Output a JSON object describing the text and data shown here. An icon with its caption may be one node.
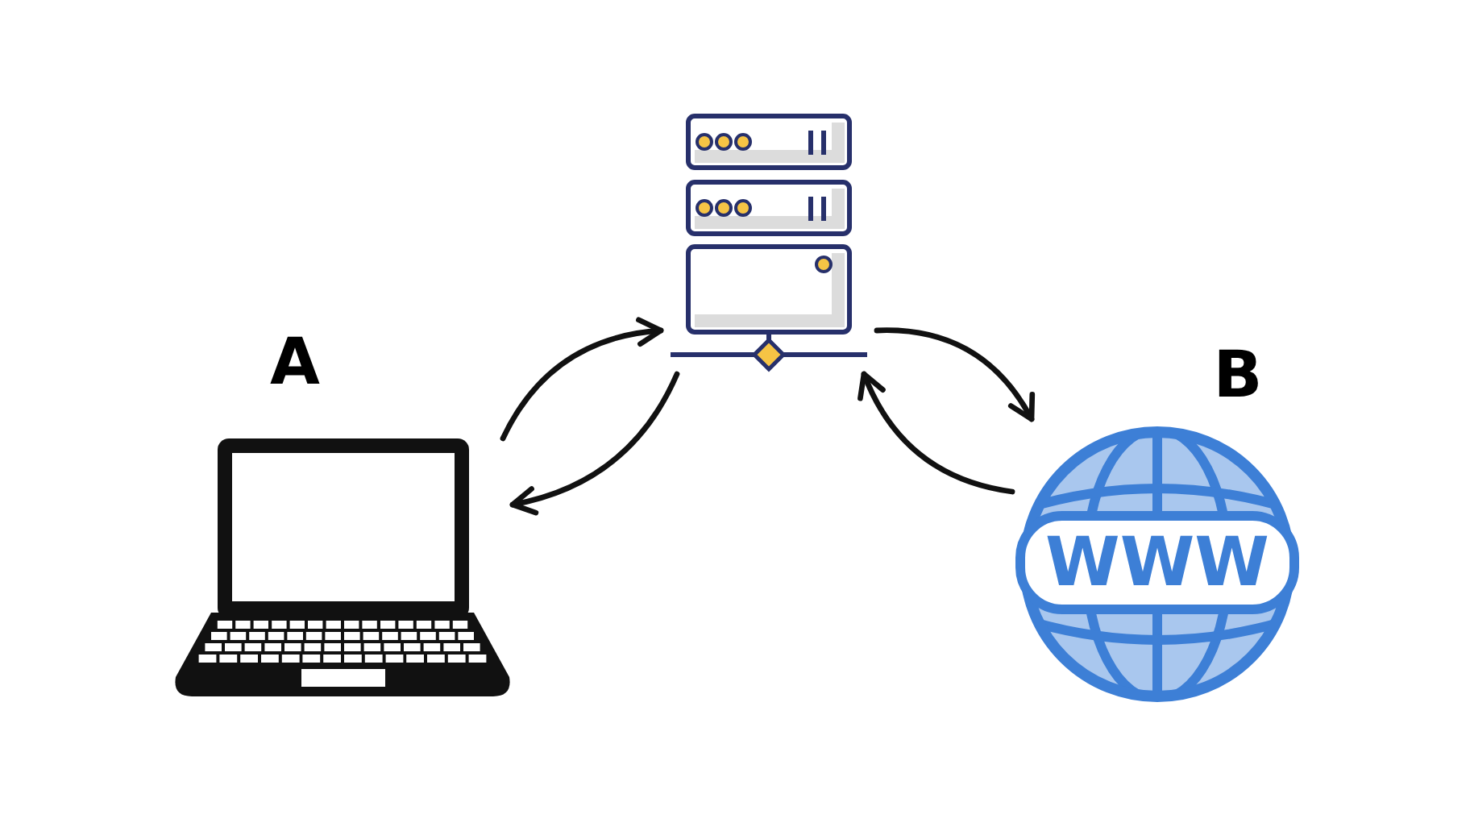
{
  "diagram": {
    "nodes": [
      {
        "text": [],
        "shape": "picture",
        "beside": [
          "A"
        ]
      },
      {
        "text": [],
        "shape": "picture"
      },
      {
        "text": [
          "WWW"
        ],
        "beside": [
          "B"
        ]
      }
    ],
    "edges": [
      {
        "from": 0,
        "to": 1,
        "arrow": "to"
      },
      {
        "from": 1,
        "to": 0,
        "arrow": "to"
      },
      {
        "from": 1,
        "to": 2,
        "arrow": "to"
      },
      {
        "from": 2,
        "to": 1,
        "arrow": "to"
      }
    ]
  }
}
